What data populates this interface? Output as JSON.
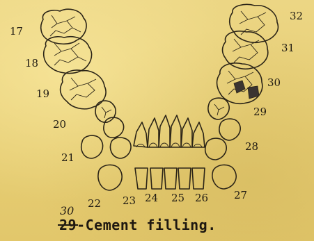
{
  "tooth_labels": {
    "t17": "17",
    "t18": "18",
    "t19": "19",
    "t20": "20",
    "t21": "21",
    "t22": "22",
    "t23": "23",
    "t24": "24",
    "t25": "25",
    "t26": "26",
    "t27": "27",
    "t28": "28",
    "t29": "29",
    "t30": "30",
    "t31": "31",
    "t32": "32"
  },
  "caption": {
    "handwritten_number": "30",
    "struck_number": "29",
    "text": "-Cement filling."
  },
  "colors": {
    "ink": "#2b2417",
    "filling": "#3a3431",
    "paper": "#e9d27c"
  }
}
